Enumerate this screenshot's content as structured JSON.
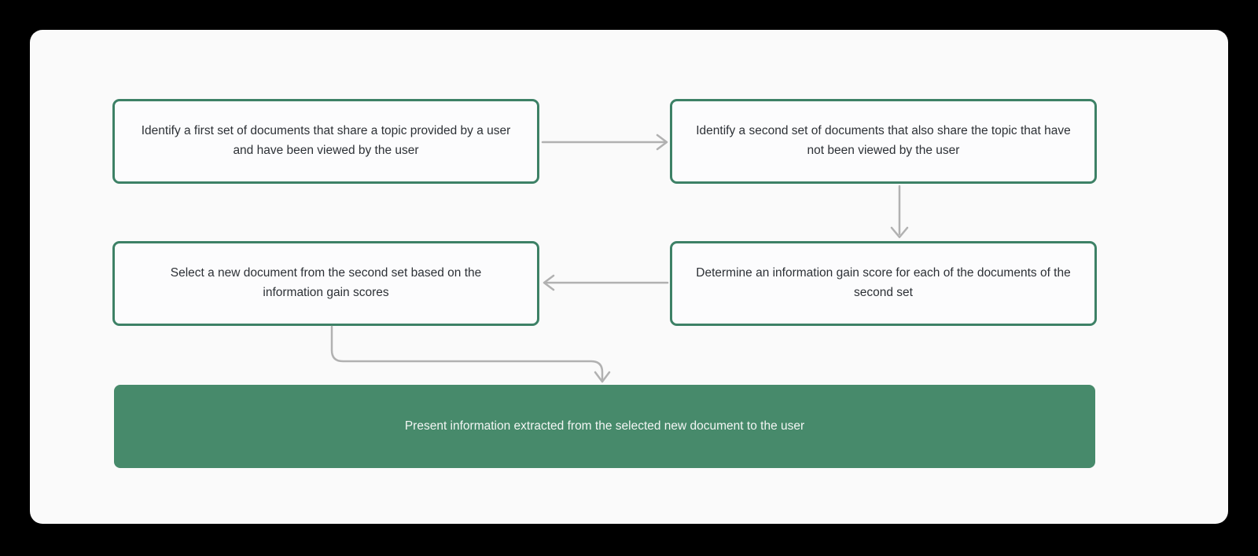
{
  "colors": {
    "page_bg": "#000000",
    "panel_bg": "#fafafa",
    "node_bg": "#fcfcfd",
    "node_border": "#3d8166",
    "node_text": "#2d3136",
    "accent_bg": "#478a6b",
    "accent_text": "#f3f6f4",
    "arrow": "#b1b1b1"
  },
  "diagram": {
    "nodes": [
      {
        "id": "first-set",
        "label": "Identify a first set of documents that share a topic provided by a user and have been viewed by the user"
      },
      {
        "id": "second-set",
        "label": "Identify a second set of documents that also share the topic that have not been viewed by the user"
      },
      {
        "id": "select-document",
        "label": "Select a new document from the second set based on the information gain scores"
      },
      {
        "id": "information-gain",
        "label": "Determine an information gain score for each of the documents of the second set"
      },
      {
        "id": "present-information",
        "label": "Present information extracted from the selected new document to the user"
      }
    ],
    "edges": [
      {
        "from": "first-set",
        "to": "second-set"
      },
      {
        "from": "second-set",
        "to": "information-gain"
      },
      {
        "from": "information-gain",
        "to": "select-document"
      },
      {
        "from": "select-document",
        "to": "present-information"
      }
    ]
  }
}
